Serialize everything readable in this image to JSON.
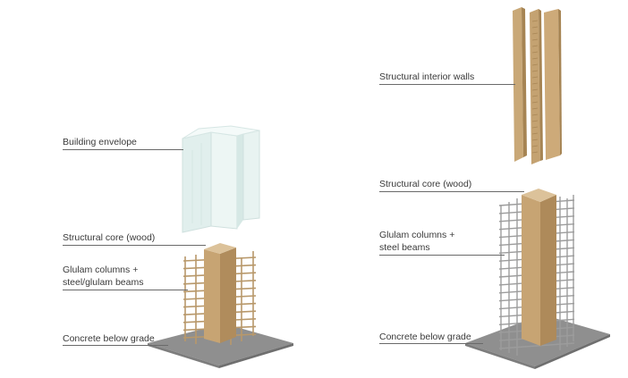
{
  "left_diagram": {
    "labels": {
      "building_envelope": "Building envelope",
      "structural_core": "Structural core (wood)",
      "glulam_columns_line1": "Glulam columns +",
      "glulam_columns_line2": "steel/glulam beams",
      "concrete": "Concrete below grade"
    }
  },
  "right_diagram": {
    "labels": {
      "interior_walls": "Structural interior walls",
      "structural_core": "Structural core (wood)",
      "glulam_columns_line1": "Glulam columns +",
      "glulam_columns_line2": "steel beams",
      "concrete": "Concrete below grade"
    }
  },
  "colors": {
    "wood": "#c9a877",
    "wood_dark": "#a98756",
    "frame": "#b99a6a",
    "concrete": "#8a8a8a",
    "glass": "#e4f0ee"
  }
}
